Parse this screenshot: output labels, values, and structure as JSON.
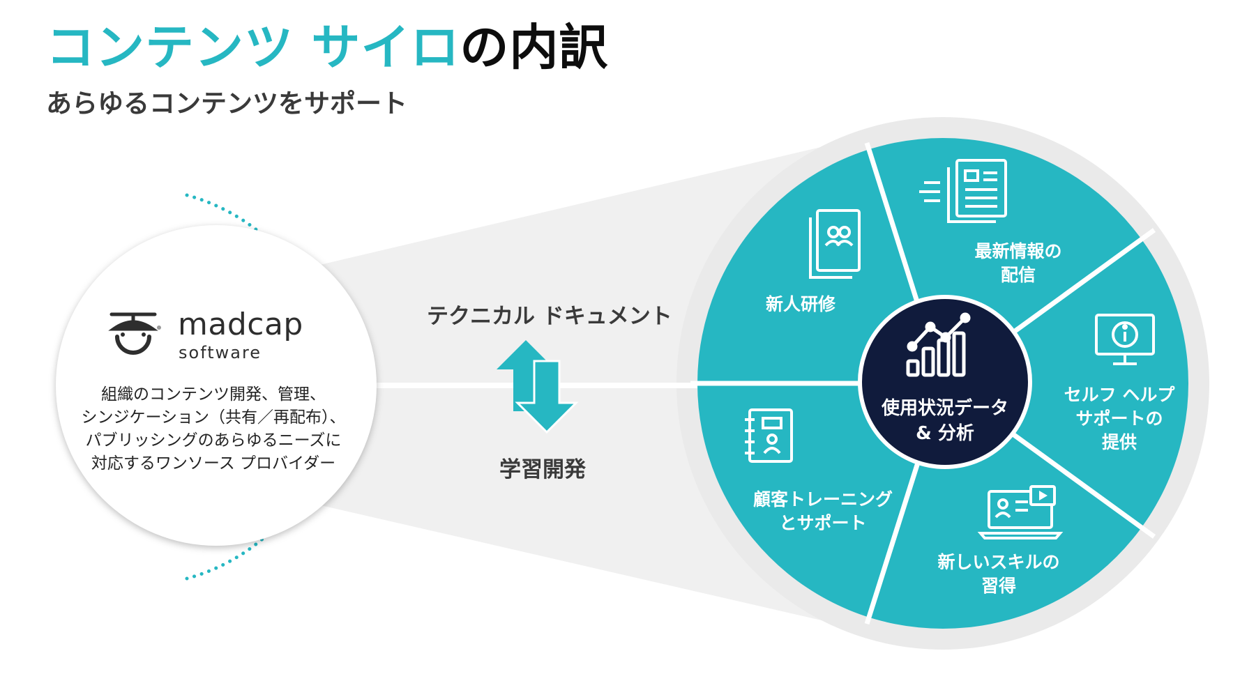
{
  "header": {
    "title_accent": "コンテンツ サイロ",
    "title_rest": "の内訳",
    "subtitle": "あらゆるコンテンツをサポート"
  },
  "brand": {
    "logo_word": "madcap",
    "logo_sub": "software",
    "description_lines": [
      "組織のコンテンツ開発、管理、",
      "シンジケーション（共有／再配布）、",
      "パブリッシングのあらゆるニーズに",
      "対応するワンソース プロバイダー"
    ]
  },
  "flow": {
    "top_label": "テクニカル ドキュメント",
    "bottom_label": "学習開発"
  },
  "wheel": {
    "center_lines": [
      "使用状況データ",
      "& 分析"
    ],
    "segments": [
      {
        "lines": [
          "新人研修"
        ],
        "icon": "training-documents-icon"
      },
      {
        "lines": [
          "最新情報の",
          "配信"
        ],
        "icon": "news-document-icon"
      },
      {
        "lines": [
          "セルフ ヘルプ",
          "サポートの",
          "提供"
        ],
        "icon": "info-monitor-icon"
      },
      {
        "lines": [
          "新しいスキルの",
          "習得"
        ],
        "icon": "video-laptop-icon"
      },
      {
        "lines": [
          "顧客トレーニング",
          "とサポート"
        ],
        "icon": "contact-book-icon"
      }
    ]
  },
  "colors": {
    "accent": "#26b7c2",
    "dark_navy": "#101b3c",
    "ring_gray": "#eaeaea",
    "funnel_gray": "#f0f0f0"
  }
}
